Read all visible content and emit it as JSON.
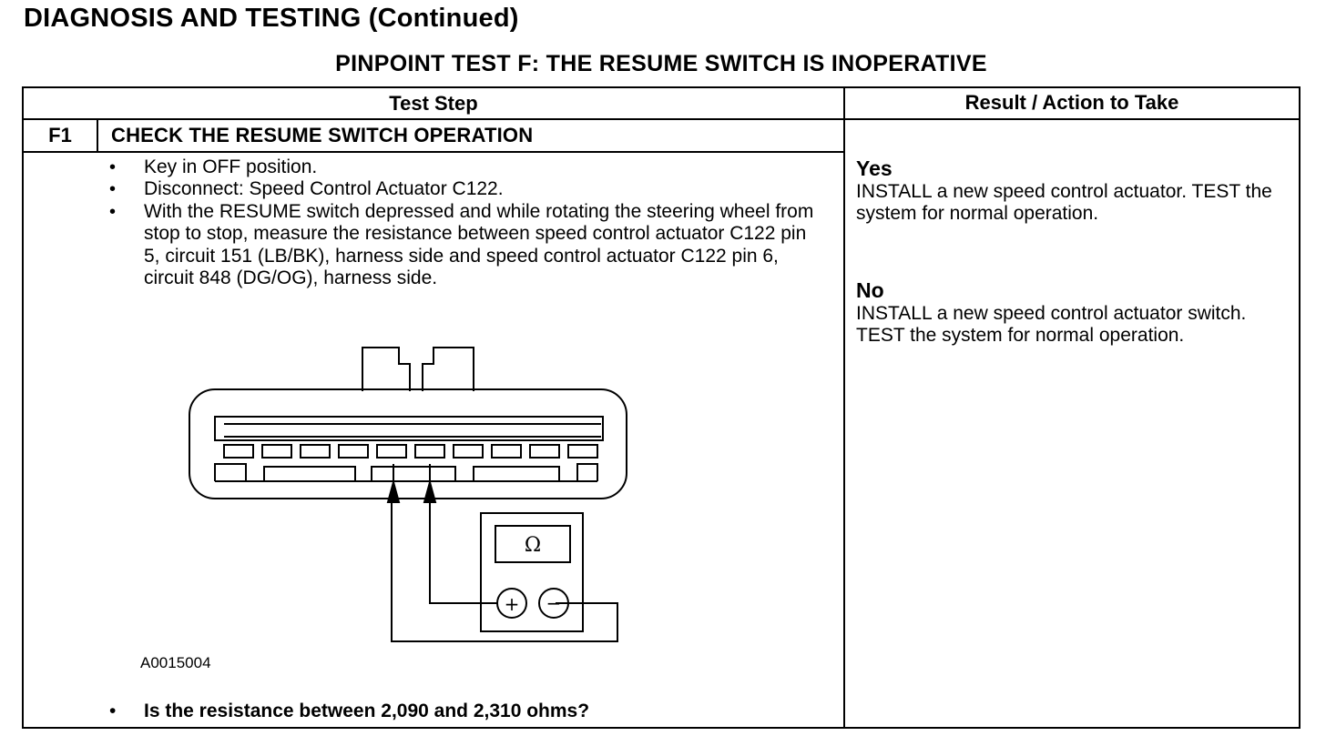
{
  "header": {
    "title": "DIAGNOSIS AND TESTING (Continued)"
  },
  "test": {
    "title": "PINPOINT TEST F: THE RESUME SWITCH IS INOPERATIVE"
  },
  "table": {
    "col_step": "Test Step",
    "col_result": "Result / Action to Take"
  },
  "step": {
    "id": "F1",
    "title": "CHECK THE RESUME SWITCH OPERATION",
    "bullets": [
      "Key in OFF position.",
      "Disconnect: Speed Control Actuator C122.",
      "With the RESUME switch depressed and while rotating the steering wheel from stop to stop, measure the resistance between speed control actuator C122 pin 5, circuit 151 (LB/BK), harness side and speed control actuator C122 pin 6, circuit 848 (DG/OG), harness side."
    ],
    "figure_id": "A0015004",
    "meter_symbol": "Ω",
    "plus_symbol": "+",
    "minus_symbol": "−",
    "question": "Is the resistance between 2,090 and 2,310 ohms?"
  },
  "results": {
    "yes_label": "Yes",
    "yes_text": "INSTALL a new speed control actuator. TEST the system for normal operation.",
    "no_label": "No",
    "no_text": "INSTALL a new speed control actuator switch. TEST the system for normal operation."
  }
}
